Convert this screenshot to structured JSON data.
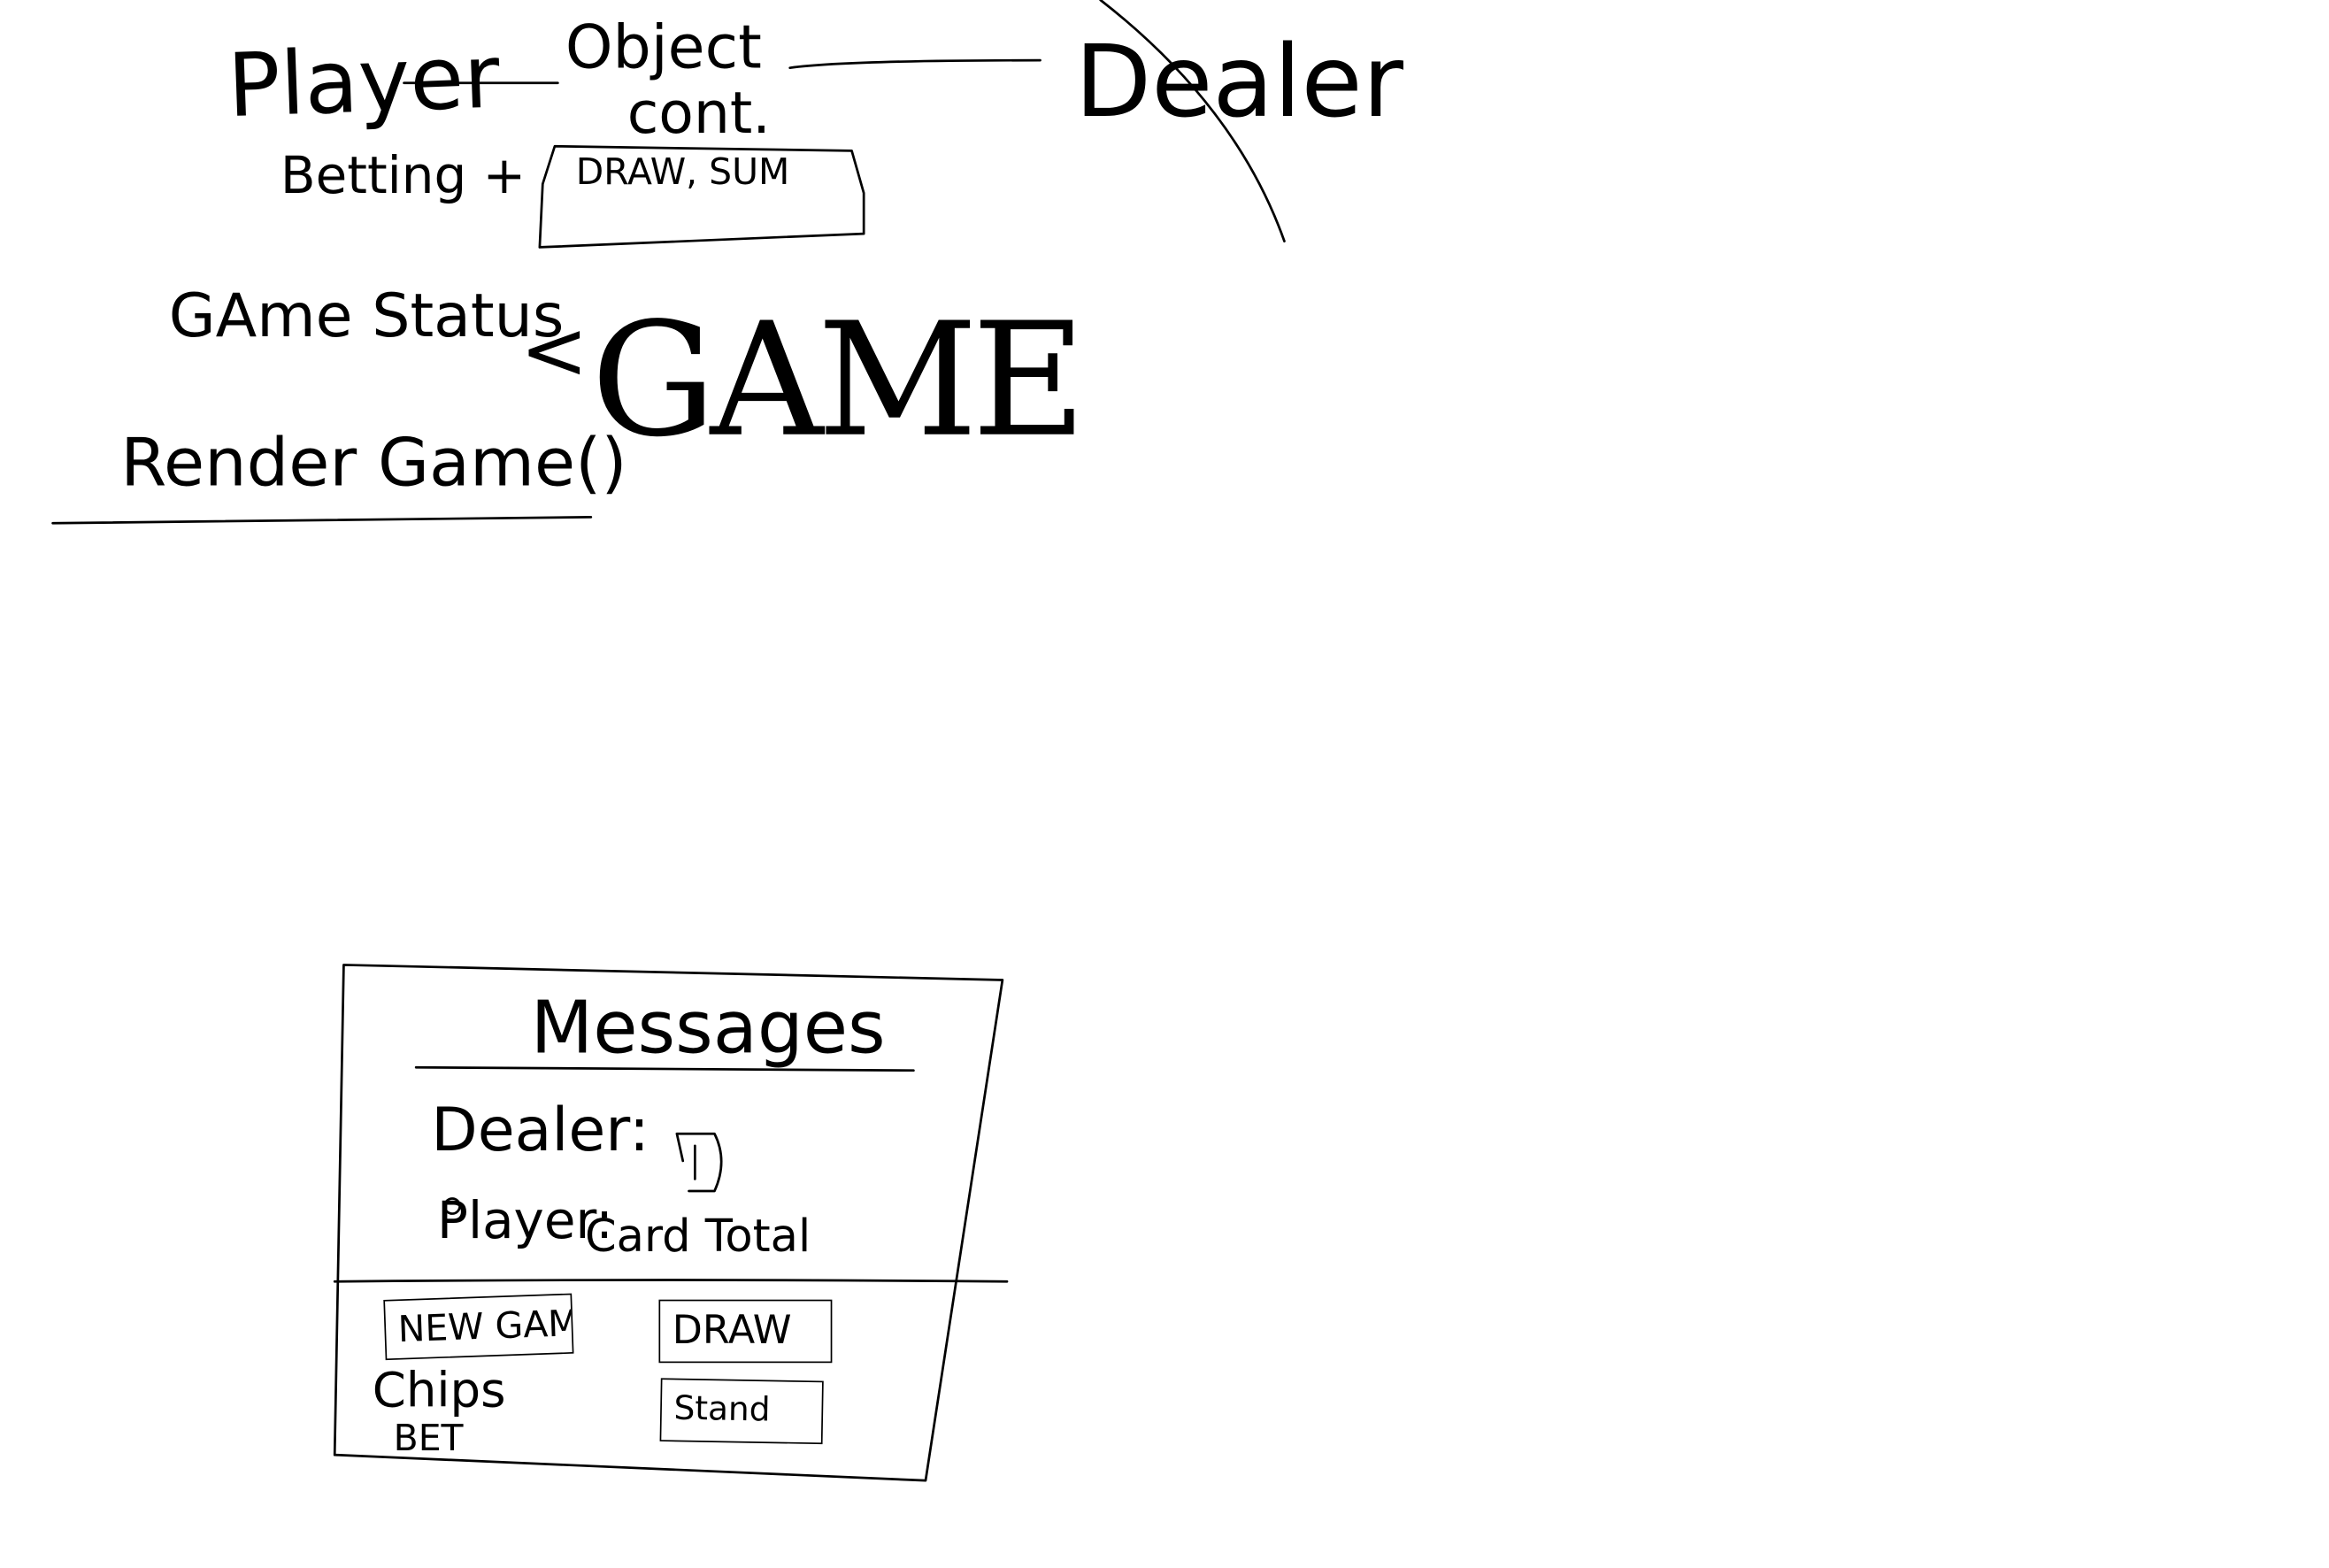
{
  "diagram": {
    "nodes": {
      "player": "Player",
      "object_line1": "Object",
      "object_line2": "cont.",
      "dealer": "Dealer",
      "betting": "Betting +",
      "draw_sum": "DRAW, SUM",
      "game_status": "GAme Status",
      "lt_symbol": "<",
      "game": "GAME",
      "render_game": "Render Game()"
    }
  },
  "mockup": {
    "title": "Messages",
    "dealer_label": "Dealer:",
    "player_label": "Player:",
    "card_total": "Card Total",
    "buttons": {
      "new_game": "NEW GAME",
      "draw": "DRAW",
      "stand": "Stand"
    },
    "chips_label": "Chips",
    "bet_label": "BET"
  }
}
